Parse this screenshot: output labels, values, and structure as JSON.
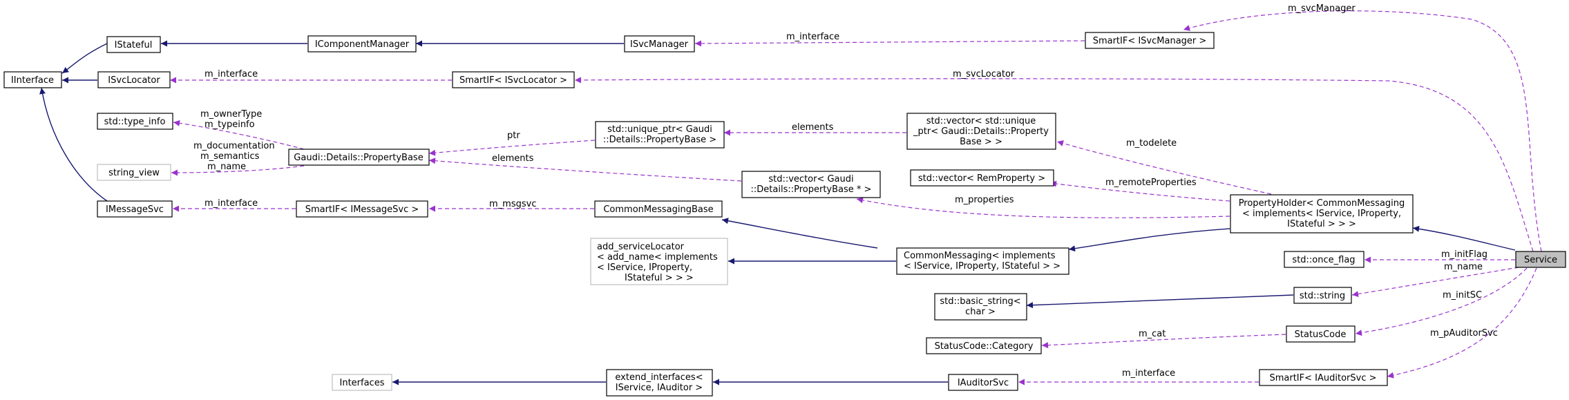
{
  "nodes": {
    "service": "Service",
    "iinterface": "IInterface",
    "istateful": "IStateful",
    "icomponentmanager": "IComponentManager",
    "isvcmanager": "ISvcManager",
    "smartif_isvcmanager": "SmartIF< ISvcManager >",
    "isvclocator": "ISvcLocator",
    "smartif_isvclocator": "SmartIF< ISvcLocator >",
    "std_type_info": "std::type_info",
    "string_view": "string_view",
    "propertybase": "Gaudi::Details::PropertyBase",
    "unique_ptr": [
      "std::unique_ptr< Gaudi",
      "::Details::PropertyBase >"
    ],
    "vector_unique_ptr": [
      "std::vector< std::unique",
      "_ptr< Gaudi::Details::Property",
      "Base > >"
    ],
    "vector_remproperty": "std::vector< RemProperty >",
    "vector_propertybase": [
      "std::vector< Gaudi",
      "::Details::PropertyBase * >"
    ],
    "propertyholder": [
      "PropertyHolder< CommonMessaging",
      "< implements< IService, IProperty,",
      "IStateful > > >"
    ],
    "imessagesvc": "IMessageSvc",
    "smartif_imessagesvc": "SmartIF< IMessageSvc >",
    "commonmessagingbase": "CommonMessagingBase",
    "add_servicelocator": [
      "add_serviceLocator",
      "< add_name< implements",
      "< IService, IProperty,",
      "IStateful > > >"
    ],
    "commonmessaging": [
      "CommonMessaging< implements",
      "< IService, IProperty, IStateful > >"
    ],
    "std_once_flag": "std::once_flag",
    "std_basic_string": [
      "std::basic_string<",
      "char >"
    ],
    "std_string": "std::string",
    "statuscode_category": "StatusCode::Category",
    "statuscode": "StatusCode",
    "interfaces": "Interfaces",
    "extend_interfaces": [
      "extend_interfaces<",
      "IService, IAuditor >"
    ],
    "iauditorsvc": "IAuditorSvc",
    "smartif_iauditorsvc": "SmartIF< IAuditorSvc >"
  },
  "edge_labels": {
    "m_svcManager": "m_svcManager",
    "m_interface_svcmanager": "m_interface",
    "m_svcLocator": "m_svcLocator",
    "m_interface_svclocator": "m_interface",
    "m_ownerType": "m_ownerType",
    "m_typeinfo": "m_typeinfo",
    "m_documentation": "m_documentation",
    "m_semantics": "m_semantics",
    "m_name_pb": "m_name",
    "ptr": "ptr",
    "elements_unique": "elements",
    "elements_vec": "elements",
    "m_todelete": "m_todelete",
    "m_remoteProperties": "m_remoteProperties",
    "m_properties": "m_properties",
    "m_interface_msgsvc": "m_interface",
    "m_msgsvc": "m_msgsvc",
    "m_initFlag": "m_initFlag",
    "m_name": "m_name",
    "m_initSC": "m_initSC",
    "m_cat": "m_cat",
    "m_pAuditorSvc": "m_pAuditorSvc",
    "m_interface_auditor": "m_interface"
  },
  "colors": {
    "inheritance_edge": "#191970",
    "usage_edge": "#9a32cd",
    "highlight_fill": "#bfbfbf",
    "grey_border": "#bfbfbf"
  }
}
